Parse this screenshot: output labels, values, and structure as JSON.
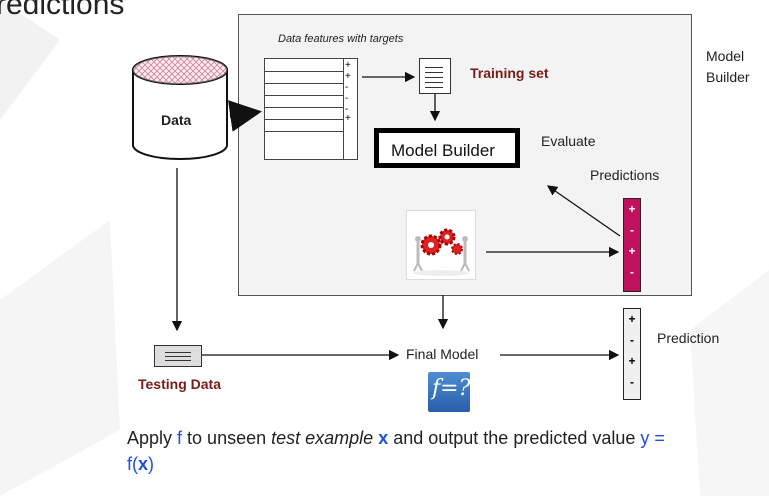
{
  "title_fragment": "redictions",
  "data_cylinder": {
    "label": "Data"
  },
  "features_caption": "Data features with targets",
  "target_signs": [
    "+",
    "+",
    "-",
    "-",
    "-",
    "+"
  ],
  "training_set": {
    "label": "Training set"
  },
  "model_builder_box": {
    "label": "Model Builder"
  },
  "evaluate_label": "Evaluate",
  "panel_label": {
    "line1": "Model",
    "line2": "Builder"
  },
  "predictions_label": "Predictions",
  "predictions_signs": [
    "+",
    "-",
    "+",
    "-"
  ],
  "final_model_label": "Final Model",
  "testing_data_label": "Testing Data",
  "prediction_label": "Prediction",
  "prediction_signs": [
    "+",
    "-",
    "+",
    "-"
  ],
  "fx_icon_text": "f=?",
  "apply_text": {
    "p1": "Apply ",
    "f1": "f",
    "p2": " to unseen ",
    "test_example": "test example",
    "p3": " ",
    "x1": "x",
    "p4": " and output the predicted value ",
    "y_eq": "y =",
    "p5": " ",
    "f2": "f(",
    "x2": "x",
    "close": ")"
  },
  "colors": {
    "maroon": "#7a1a1a",
    "magenta": "#c0115f",
    "blue": "#1f4fe0"
  }
}
